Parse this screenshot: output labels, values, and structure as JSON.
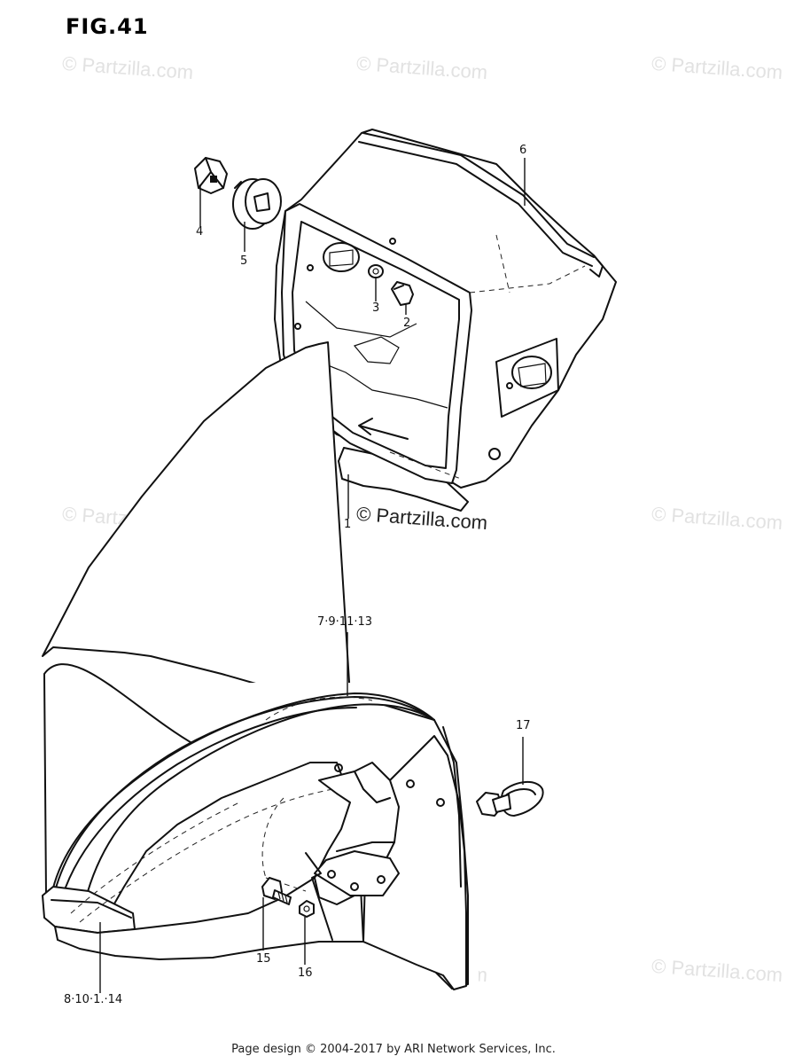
{
  "figure": {
    "title": "FIG.41"
  },
  "watermark": {
    "text": "© Partzilla.com"
  },
  "callouts": {
    "c1": "1",
    "c2": "2",
    "c3": "3",
    "c4": "4",
    "c5": "5",
    "c6": "6",
    "c7": "7·9·11·13",
    "c8": "8·10·1.·14",
    "c15": "15",
    "c16": "16",
    "c17": "17"
  },
  "footer": {
    "text": "Page design © 2004-2017 by ARI Network Services, Inc."
  }
}
